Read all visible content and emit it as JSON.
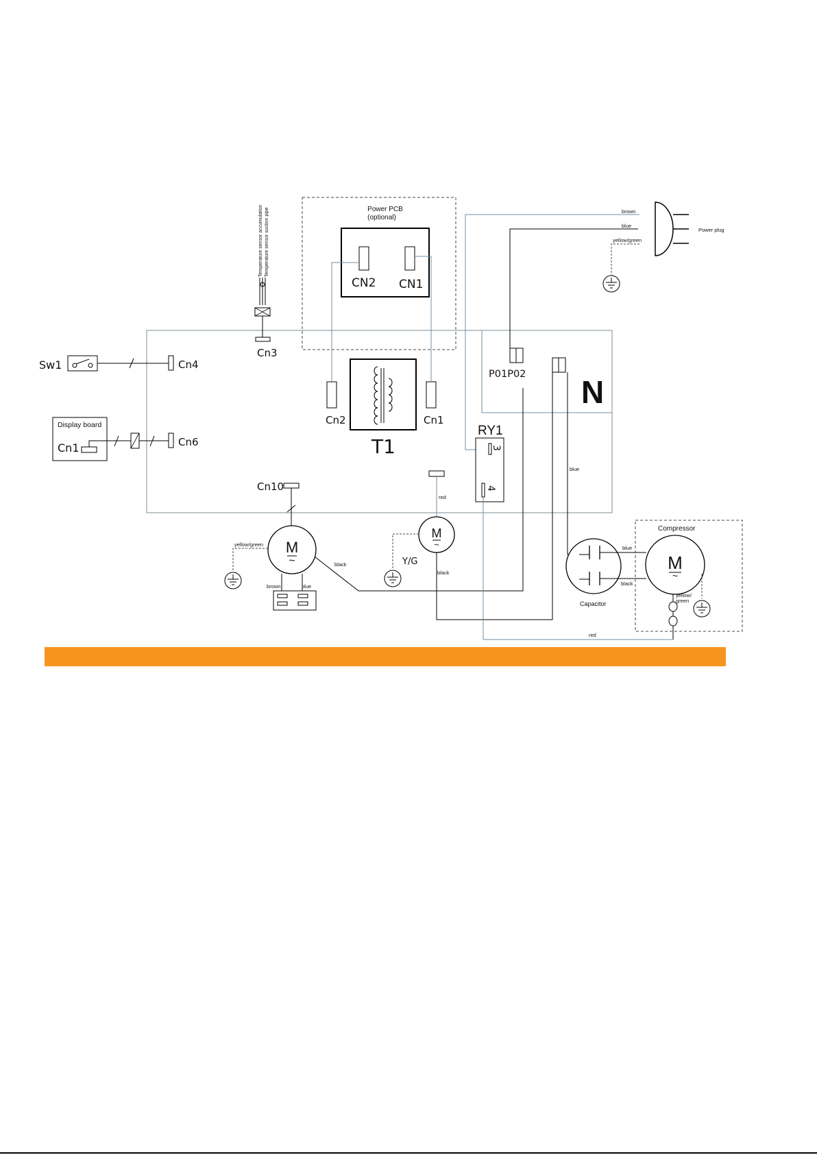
{
  "diagram": {
    "colors": {
      "accent_bar": "#F7941D",
      "wire": "#6f8fa3",
      "board": "#9aa7ad",
      "ink": "#111111"
    },
    "labels": {
      "power_pcb": "Power PCB",
      "optional": "(optional)",
      "cn2_upper": "CN2",
      "cn1_upper": "CN1",
      "sensor_1": "Temperature sensor accumulation",
      "sensor_2": "Temperature sensor suction pipe",
      "cn3": "Cn3",
      "sw1": "Sw1",
      "cn4": "Cn4",
      "display_board": "Display board",
      "display_cn1": "Cn1",
      "cn6": "Cn6",
      "cn2": "Cn2",
      "cn1": "Cn1",
      "t1": "T1",
      "p01p02": "P01P02",
      "n": "N",
      "ry1": "RY1",
      "ry1_pin3": "3",
      "ry1_pin4": "4",
      "cn10": "Cn10",
      "motor": "M",
      "tilde": "~",
      "wire_brown": "brown",
      "wire_blue": "blue",
      "wire_yellow_green": "yellow/green",
      "power_plug": "Power plug",
      "wire_black": "black",
      "wire_red": "red",
      "yg": "Y/G",
      "wire_blue_comp": "blue",
      "wire_black_comp": "black",
      "capacitor": "Capacitor",
      "compressor": "Compressor",
      "yellow": "yellow/",
      "green": "green",
      "fan_brown": "brown",
      "fan_blue": "blue",
      "fan_yellow_green": "yellow/green",
      "blue_vertical": "blue",
      "red_bottom": "red"
    }
  }
}
